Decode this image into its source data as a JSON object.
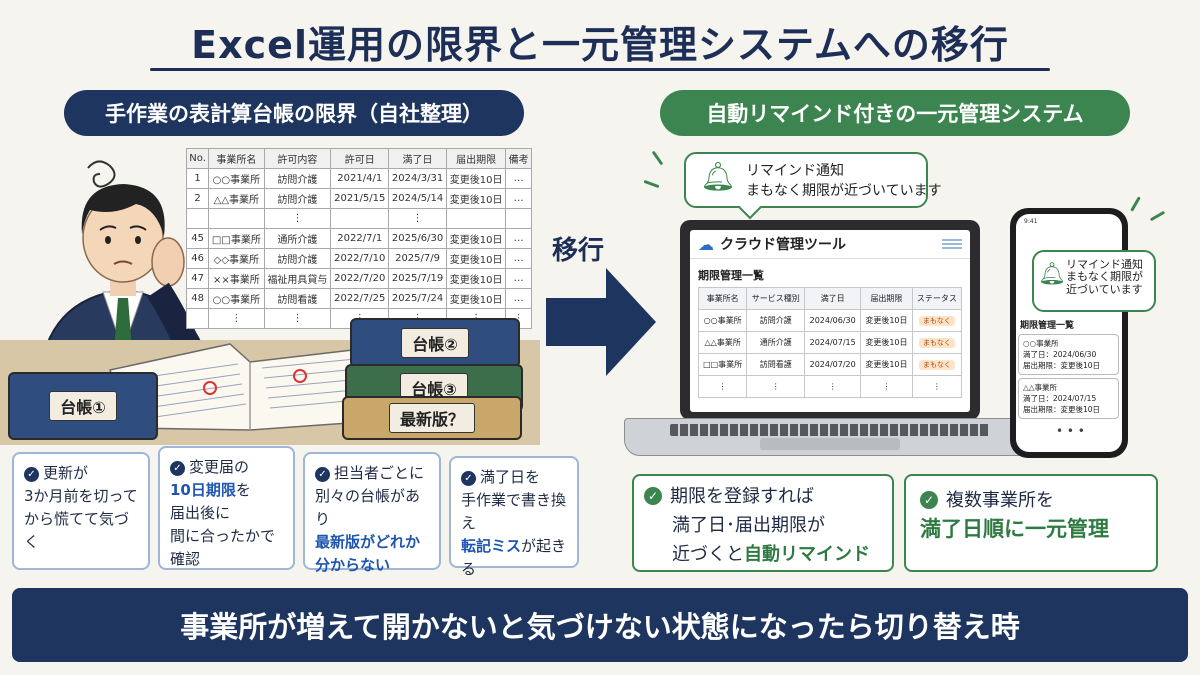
{
  "title": "Excel運用の限界と一元管理システムへの移行",
  "left": {
    "header": "手作業の表計算台帳の限界（自社整理）",
    "ledger": {
      "columns": [
        "No.",
        "事業所名",
        "許可内容",
        "許可日",
        "満了日",
        "届出期限",
        "備考"
      ],
      "rows": [
        [
          "1",
          "○○事業所",
          "訪問介護",
          "2021/4/1",
          "2024/3/31",
          "変更後10日",
          "…"
        ],
        [
          "2",
          "△△事業所",
          "訪問介護",
          "2021/5/15",
          "2024/5/14",
          "変更後10日",
          "…"
        ],
        [
          "",
          "",
          "⋮",
          "",
          "⋮",
          "",
          ""
        ],
        [
          "45",
          "□□事業所",
          "通所介護",
          "2022/7/1",
          "2025/6/30",
          "変更後10日",
          "…"
        ],
        [
          "46",
          "◇◇事業所",
          "訪問介護",
          "2022/7/10",
          "2025/7/9",
          "変更後10日",
          "…"
        ],
        [
          "47",
          "××事業所",
          "福祉用具貸与",
          "2022/7/20",
          "2025/7/19",
          "変更後10日",
          "…"
        ],
        [
          "48",
          "○○事業所",
          "訪問看護",
          "2022/7/25",
          "2025/7/24",
          "変更後10日",
          "…"
        ],
        [
          "",
          "⋮",
          "⋮",
          "⋮",
          "⋮",
          "⋮",
          "⋮"
        ]
      ]
    },
    "binders": {
      "b1": "台帳①",
      "b2": "台帳②",
      "b3": "台帳③",
      "latest": "最新版？"
    },
    "cards": [
      {
        "l1": "更新が",
        "l2": "3か月前を切って",
        "l3": "から慌てて気づく"
      },
      {
        "l1": "変更届の",
        "hl": "10日期限",
        "l2b": "を",
        "l3": "届出後に",
        "l4": "間に合ったかで",
        "l5": "確認"
      },
      {
        "l1": "担当者ごとに",
        "l2": "別々の台帳があり",
        "hl1": "最新版がどれか",
        "hl2": "分からない"
      },
      {
        "l1": "満了日を",
        "l2": "手作業で書き換え",
        "hl": "転記ミス",
        "l3b": "が起きる"
      }
    ]
  },
  "transition": {
    "label": "移行"
  },
  "right": {
    "header": "自動リマインド付きの一元管理システム",
    "notification": {
      "title": "リマインド通知",
      "body": "まもなく期限が近づいています"
    },
    "laptop": {
      "app_name": "クラウド管理ツール",
      "list_title": "期限管理一覧",
      "columns": [
        "事業所名",
        "サービス種別",
        "満了日",
        "届出期限",
        "ステータス"
      ],
      "rows": [
        [
          "○○事業所",
          "訪問介護",
          "2024/06/30",
          "変更後10日",
          "まもなく"
        ],
        [
          "△△事業所",
          "通所介護",
          "2024/07/15",
          "変更後10日",
          "まもなく"
        ],
        [
          "□□事業所",
          "訪問看護",
          "2024/07/20",
          "変更後10日",
          "まもなく"
        ],
        [
          "⋮",
          "⋮",
          "⋮",
          "⋮",
          "⋮"
        ]
      ]
    },
    "phone": {
      "status_time": "9:41",
      "notification": {
        "title": "リマインド通知",
        "body": "まもなく期限が近づいています"
      },
      "list_title": "期限管理一覧",
      "items": [
        {
          "name": "○○事業所",
          "due": "満了日：2024/06/30",
          "deadline": "届出期限：変更後10日"
        },
        {
          "name": "△△事業所",
          "due": "満了日：2024/07/15",
          "deadline": "届出期限：変更後10日"
        }
      ],
      "more": "• • •"
    },
    "cards": [
      {
        "l1": "期限を登録すれば",
        "l2": "満了日･届出期限が",
        "l3": "近づくと",
        "hl": "自動リマインド"
      },
      {
        "l1": "複数事業所を",
        "hl": "満了日順に一元管理"
      }
    ]
  },
  "banner": "事業所が増えて開かないと気づけない状態になったら切り替え時"
}
